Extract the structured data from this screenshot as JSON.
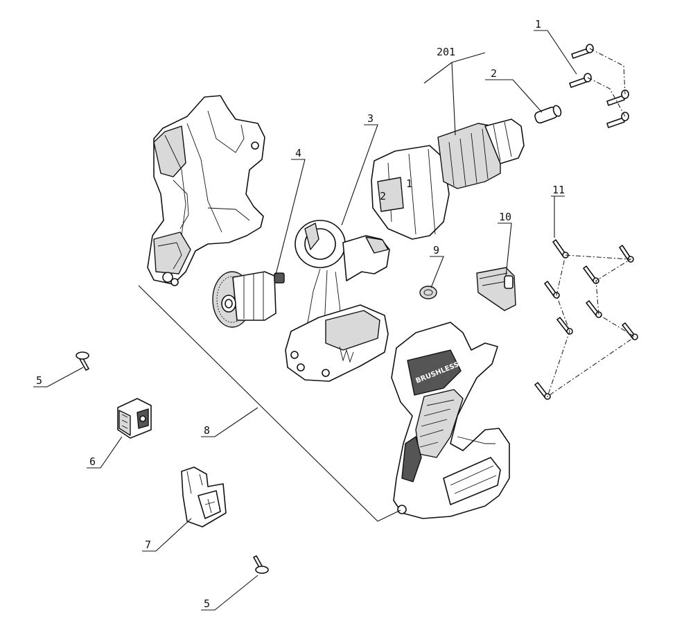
{
  "callouts": {
    "c1": "1",
    "c201": "201",
    "c2": "2",
    "c3": "3",
    "c4": "4",
    "c5a": "5",
    "c5b": "5",
    "c6": "6",
    "c7": "7",
    "c8": "8",
    "c9": "9",
    "c10": "10",
    "c11": "11"
  },
  "markings": {
    "housing_badge": "BRUSHLESS",
    "gear_1": "1",
    "gear_2": "2"
  }
}
